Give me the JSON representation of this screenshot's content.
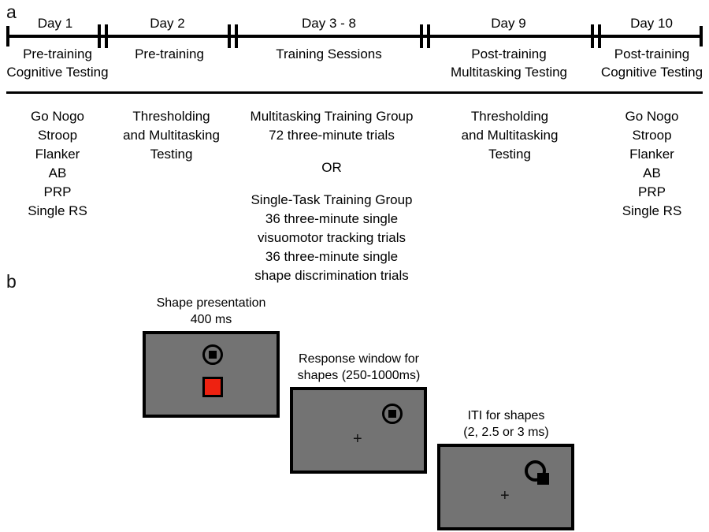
{
  "figure": {
    "panel_a_letter": "a",
    "panel_b_letter": "b"
  },
  "colors": {
    "screen_gray": "#737373",
    "target_red": "#ee2211",
    "line_black": "#000000"
  },
  "timeline": {
    "segments": [
      {
        "day": "Day 1",
        "phase_line1": "Pre-training",
        "phase_line2": "Cognitive Testing"
      },
      {
        "day": "Day 2",
        "phase_line1": "Pre-training",
        "phase_line2": ""
      },
      {
        "day": "Day 3 - 8",
        "phase_line1": "Training Sessions",
        "phase_line2": ""
      },
      {
        "day": "Day 9",
        "phase_line1": "Post-training",
        "phase_line2": "Multitasking Testing"
      },
      {
        "day": "Day 10",
        "phase_line1": "Post-training",
        "phase_line2": "Cognitive Testing"
      }
    ]
  },
  "details": {
    "columns": [
      {
        "name": "day1-tasks",
        "paragraphs": [
          "Go Nogo\nStroop\nFlanker\nAB\nPRP\nSingle RS"
        ]
      },
      {
        "name": "day2-tasks",
        "paragraphs": [
          "Thresholding\nand Multitasking\nTesting"
        ]
      },
      {
        "name": "training-tasks",
        "paragraphs": [
          "Multitasking Training Group\n72 three-minute trials",
          "OR",
          "Single-Task Training Group\n36 three-minute single\nvisuomotor tracking trials\n36 three-minute single\nshape discrimination trials"
        ]
      },
      {
        "name": "day9-tasks",
        "paragraphs": [
          "Thresholding\nand Multitasking\nTesting"
        ]
      },
      {
        "name": "day10-tasks",
        "paragraphs": [
          "Go Nogo\nStroop\nFlanker\nAB\nPRP\nSingle RS"
        ]
      }
    ]
  },
  "trial_sequence": {
    "screens": [
      {
        "name": "shape-presentation",
        "caption_line1": "Shape presentation",
        "caption_line2": "400 ms",
        "fixation": ""
      },
      {
        "name": "response-window",
        "caption_line1": "Response window for",
        "caption_line2": "shapes (250-1000ms)",
        "fixation": "+"
      },
      {
        "name": "iti",
        "caption_line1": "ITI for shapes",
        "caption_line2": "(2, 2.5 or 3 ms)",
        "fixation": "+"
      }
    ]
  }
}
